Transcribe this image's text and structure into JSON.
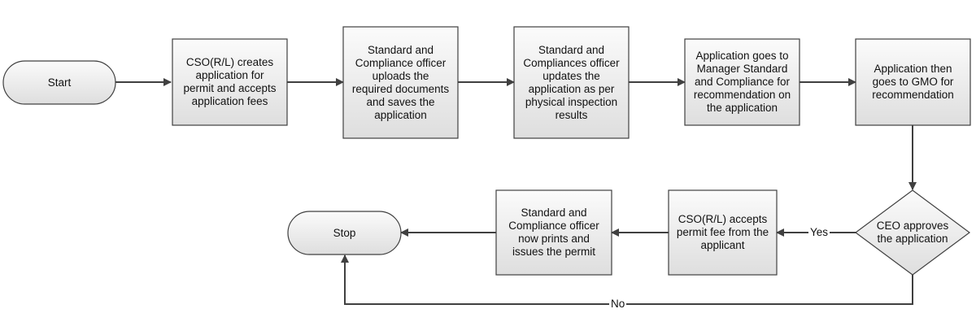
{
  "colors": {
    "node_fill_top": "#fbfbfb",
    "node_fill_bottom": "#dedede",
    "node_stroke": "#404040",
    "edge_stroke": "#404040",
    "text": "#111111"
  },
  "nodes": {
    "start": {
      "text": "Start"
    },
    "step1": {
      "text": "CSO(R/L) creates\napplication for\npermit and accepts\napplication fees"
    },
    "step2": {
      "text": "Standard and\nCompliance officer\nuploads the\nrequired documents\nand saves the\napplication"
    },
    "step3": {
      "text": "Standard and\nCompliances officer\nupdates the\napplication as per\nphysical inspection\nresults"
    },
    "step4": {
      "text": "Application goes to\nManager Standard\nand Compliance for\nrecommendation on\nthe application"
    },
    "step5": {
      "text": "Application then\ngoes to GMO for\nrecommendation"
    },
    "decision": {
      "text": "CEO approves\nthe application"
    },
    "step6": {
      "text": "CSO(R/L) accepts\npermit fee from the\napplicant"
    },
    "step7": {
      "text": "Standard and\nCompliance officer\nnow prints and\nissues the permit"
    },
    "stop": {
      "text": "Stop"
    }
  },
  "edges": {
    "yes_label": "Yes",
    "no_label": "No"
  }
}
